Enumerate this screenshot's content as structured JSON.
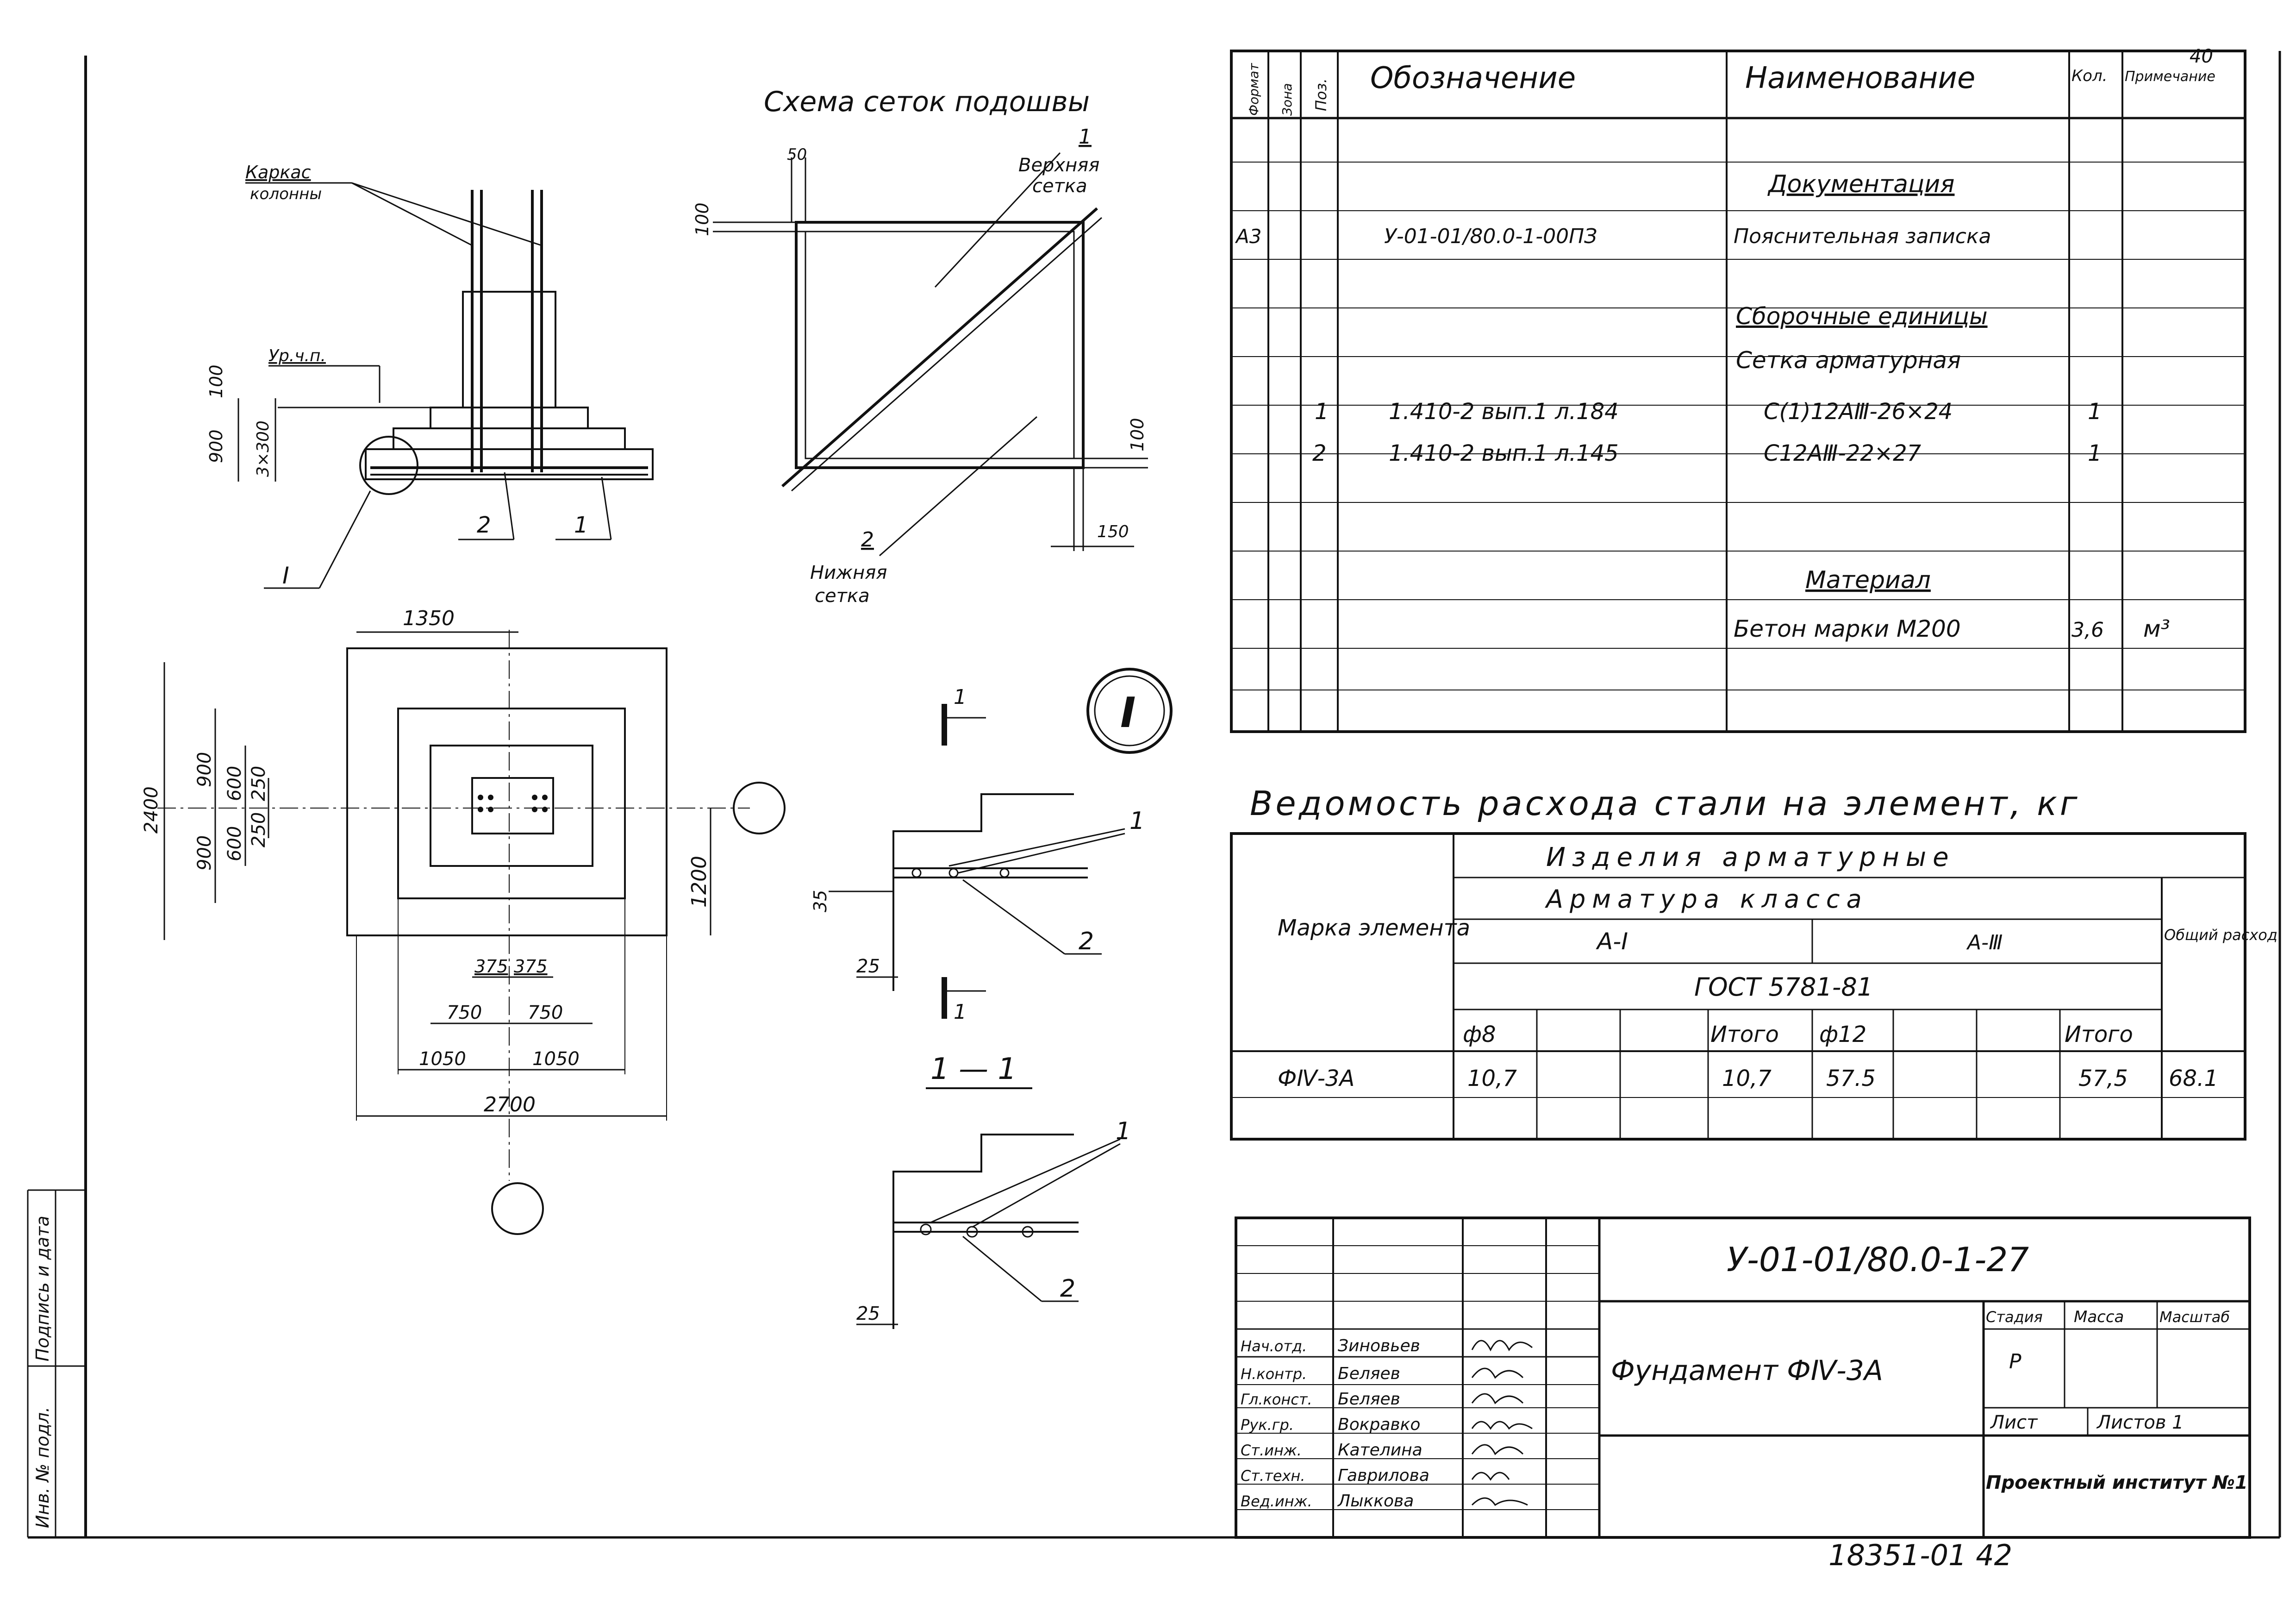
{
  "drawing": {
    "mesh_scheme_title": "Схема сеток подошвы",
    "column_cage_label_1": "Каркас",
    "column_cage_label_2": "колонны",
    "floor_level_label": "Ур.ч.п.",
    "top_mesh_1": "Верхняя",
    "top_mesh_2": "сетка",
    "bottom_mesh_1": "Нижняя",
    "bottom_mesh_2": "сетка",
    "detail_mark": "I",
    "section_label": "1 — 1",
    "pos1": "1",
    "pos2": "2",
    "dims": {
      "d900": "900",
      "d100": "100",
      "d3x300": "3×300",
      "d50": "50",
      "d150": "150",
      "d1350": "1350",
      "d2400": "2400",
      "d1200": "1200",
      "d600": "600",
      "d250": "250",
      "d375": "375",
      "d750": "750",
      "d1050": "1050",
      "d2700": "2700",
      "d35": "35",
      "d25": "25"
    }
  },
  "spec": {
    "headers": {
      "format": "Формат",
      "zone": "Зона",
      "pos": "Поз.",
      "designation": "Обозначение",
      "name": "Наименование",
      "qty": "Кол.",
      "note": "Примечание"
    },
    "rows": {
      "doc_section": "Документация",
      "doc_format": "А3",
      "doc_designation": "У-01-01/80.0-1-00ПЗ",
      "doc_name": "Пояснительная записка",
      "asm_section": "Сборочные единицы",
      "asm_title": "Сетка арматурная",
      "r1_pos": "1",
      "r1_designation": "1.410-2 вып.1 л.184",
      "r1_name": "С(1)12АⅢ-26×24",
      "r1_qty": "1",
      "r2_pos": "2",
      "r2_designation": "1.410-2 вып.1 л.145",
      "r2_name": "С12АⅢ-22×27",
      "r2_qty": "1",
      "mat_section": "Материал",
      "mat_name": "Бетон марки М200",
      "mat_qty": "3,6",
      "mat_unit": "м³"
    }
  },
  "steel": {
    "title": "Ведомость расхода стали на элемент, кг",
    "mark_header": "Марка элемента",
    "products": "Изделия арматурные",
    "rebar_class": "Арматура класса",
    "class_a1": "А-I",
    "class_a3": "А-Ⅲ",
    "gost": "ГОСТ 5781-81",
    "d8": "ф8",
    "d12": "ф12",
    "total1": "Итого",
    "total2": "Итого",
    "overall": "Общий расход",
    "row_mark": "ФⅣ-3А",
    "row_d8": "10,7",
    "row_total1": "10,7",
    "row_d12": "57.5",
    "row_total2": "57,5",
    "row_overall": "68.1"
  },
  "title_block": {
    "code": "У-01-01/80.0-1-27",
    "name": "Фундамент ФⅣ-3А",
    "stage_h": "Стадия",
    "mass_h": "Масса",
    "scale_h": "Масштаб",
    "stage": "Р",
    "sheet": "Лист",
    "sheets": "Листов 1",
    "institute": "Проектный институт №1",
    "roles": [
      "Нач.отд.",
      "Н.контр.",
      "Гл.конст.",
      "Рук.гр.",
      "Ст.инж.",
      "Ст.техн.",
      "Вед.инж."
    ],
    "names": [
      "Зиновьев",
      "Беляев",
      "Беляев",
      "Вокравко",
      "Кателина",
      "Гаврилова",
      "Лыккова"
    ]
  },
  "margin": {
    "inv": "Инв. № подл.",
    "sign": "Подпись и дата"
  },
  "footer": {
    "number": "18351-01 42",
    "corner": "40"
  }
}
